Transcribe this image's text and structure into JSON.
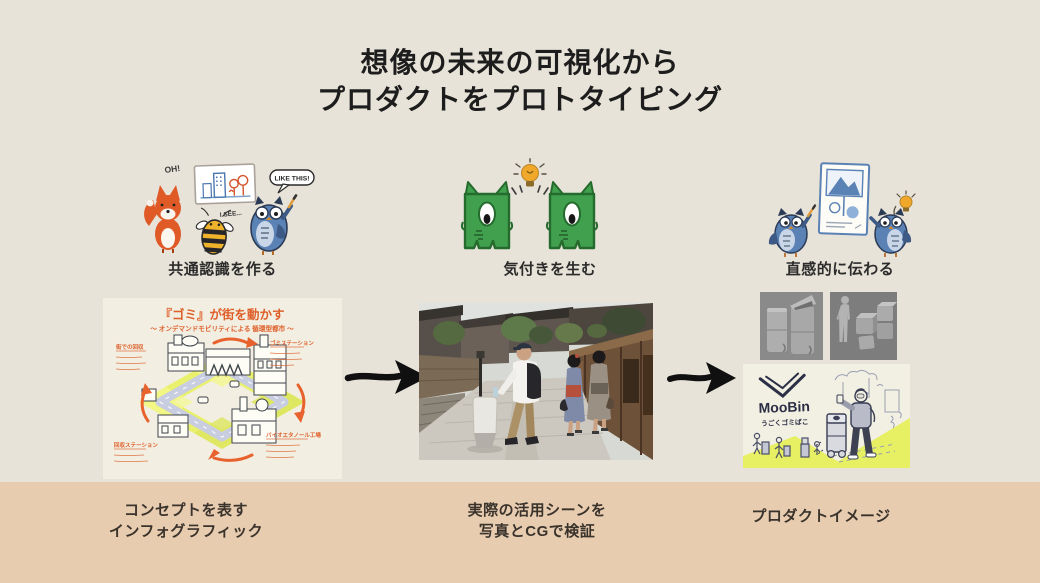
{
  "slide": {
    "title": {
      "line1": "想像の未来の可視化から",
      "line2": "プロダクトをプロトタイピング"
    }
  },
  "steps": [
    {
      "label": "共通認識を作る",
      "caption_line1": "コンセプトを表す",
      "caption_line2": "インフォグラフィック",
      "speech": {
        "oh": "OH!",
        "i_see": "I SEE...",
        "like_this": "LIKE THIS!"
      }
    },
    {
      "label": "気付きを生む",
      "caption_line1": "実際の活用シーンを",
      "caption_line2": "写真とCGで検証"
    },
    {
      "label": "直感的に伝わる",
      "caption_line1": "プロダクトイメージ"
    }
  ],
  "infographic": {
    "title": "『ゴミ』が街を動かす",
    "subtitle": "〜 オンデマンドモビリティによる 循環型都市 〜",
    "corner_notes": [
      "街での回収",
      "ゴミステーション",
      "回収ステーション",
      "バイオエタノール工場"
    ]
  },
  "product": {
    "logo": "MooBin",
    "tagline": "うごくゴミばこ"
  },
  "colors": {
    "background_top": "#e8e3d8",
    "background_band": "#e8ccb0",
    "accent_orange": "#e8622d",
    "highlight_yellow_green": "#e7ef63",
    "character_green": "#41a04e",
    "character_blue": "#5b82b5",
    "fox_orange": "#e05a28",
    "bee_yellow": "#eeb32a",
    "bulb_yellow": "#f0a82a"
  }
}
